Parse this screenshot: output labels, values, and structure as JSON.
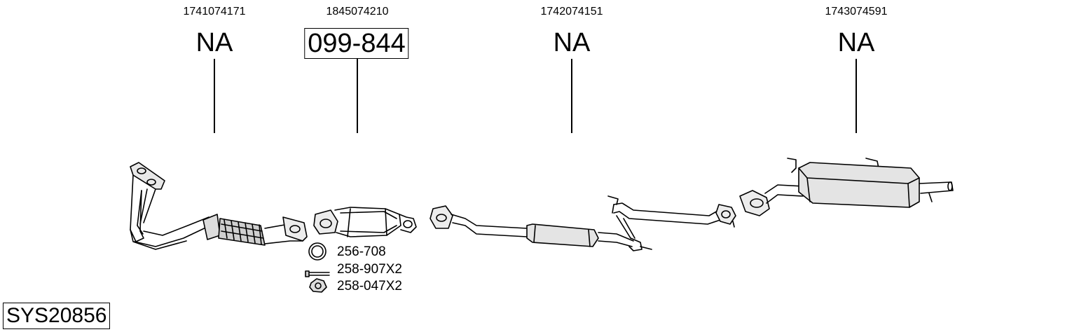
{
  "system_code": "SYS20856",
  "parts": [
    {
      "oe_number": "1741074171",
      "code": "NA",
      "boxed": false,
      "icon": "front-pipe-with-flex-icon"
    },
    {
      "oe_number": "1845074210",
      "code": "099-844",
      "boxed": true,
      "icon": "catalytic-converter-icon"
    },
    {
      "oe_number": "1742074151",
      "code": "NA",
      "boxed": false,
      "icon": "middle-silencer-pipe-icon"
    },
    {
      "oe_number": "1743074591",
      "code": "NA",
      "boxed": false,
      "icon": "rear-silencer-icon"
    }
  ],
  "accessories": [
    {
      "code": "256-708",
      "icon": "gasket-ring-icon"
    },
    {
      "code": "258-907X2",
      "icon": "bolt-icon"
    },
    {
      "code": "258-047X2",
      "icon": "nut-icon"
    }
  ]
}
